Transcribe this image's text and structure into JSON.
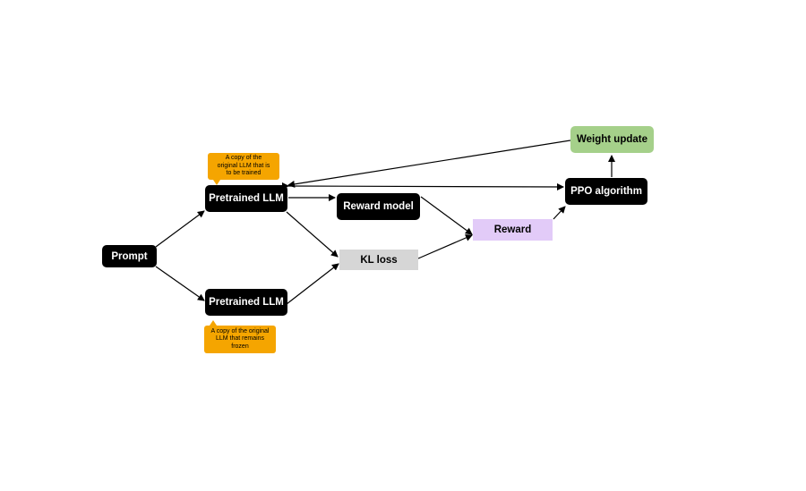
{
  "colors": {
    "node_dark": "#000000",
    "node_text": "#ffffff",
    "reward_fill": "#e2cbf8",
    "kl_fill": "#d6d6d6",
    "weight_fill": "#a5d08a",
    "callout_fill": "#f5a500",
    "arrow": "#000000"
  },
  "nodes": {
    "prompt": "Prompt",
    "pretrained_top": "Pretrained LLM",
    "pretrained_bottom": "Pretrained LLM",
    "reward_model": "Reward model",
    "kl_loss": "KL loss",
    "reward": "Reward",
    "ppo": "PPO algorithm",
    "weight_update": "Weight update"
  },
  "callouts": {
    "top": [
      "A copy of the",
      "original LLM that is",
      "to be trained"
    ],
    "bottom": [
      "A copy of the original",
      "LLM that remains",
      "frozen"
    ]
  }
}
